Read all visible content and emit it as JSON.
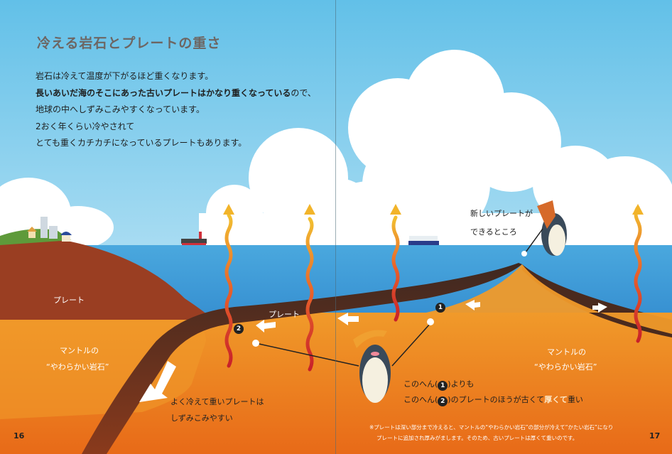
{
  "page_left": {
    "title": "冷える岩石とプレートの重さ",
    "paragraph": {
      "line1": "岩石は冷えて温度が下がるほど重くなります。",
      "line2_bold": "長いあいだ海のそこにあった古いプレートはかなり重くなっている",
      "line2_rest": "ので、",
      "line3": "地球の中へしずみこみやすくなっています。",
      "line4": "2おく年くらい冷やされて",
      "line5": "とても重くカチカチになっているプレートもあります。"
    },
    "labels": {
      "plate_land": "プレート",
      "plate_sea": "プレート",
      "mantle_line1": "マントルの",
      "mantle_line2": "“やわらかい岩石”",
      "sinking_line1": "よく冷えて重いプレートは",
      "sinking_line2": "しずみこみやすい"
    },
    "page_number": "16"
  },
  "page_right": {
    "ridge_label": {
      "line1": "新しいプレートが",
      "line2": "できるところ"
    },
    "labels": {
      "mantle_line1": "マントルの",
      "mantle_line2": "“やわらかい岩石”"
    },
    "markers": {
      "one": "1",
      "two": "2"
    },
    "explanation": {
      "line1_pre": "このへん(",
      "line1_badge": "1",
      "line1_post": ")よりも",
      "line2_pre": "このへん(",
      "line2_badge": "2",
      "line2_mid": ")のプレートのほうが古くて",
      "line2_hl": "厚くて",
      "line2_post": "重い"
    },
    "footnote": {
      "line1": "※プレートは深い部分まで冷えると、マントルの“やわらかい岩石”の部分が冷えて“かたい岩石”になり",
      "line2": "プレートに追加され厚みがまします。そのため、古いプレートは厚くて重いのです。"
    },
    "page_number": "17"
  },
  "colors": {
    "sky": "#6cc4e8",
    "sea": "#3d9ad8",
    "mantle": "#ee8a1e",
    "plate_dark": "#4a2a1e",
    "land_plate": "#9a3e22",
    "title_gray": "#6d6663",
    "heat_red": "#d8302a",
    "heat_yellow": "#f0b423"
  }
}
